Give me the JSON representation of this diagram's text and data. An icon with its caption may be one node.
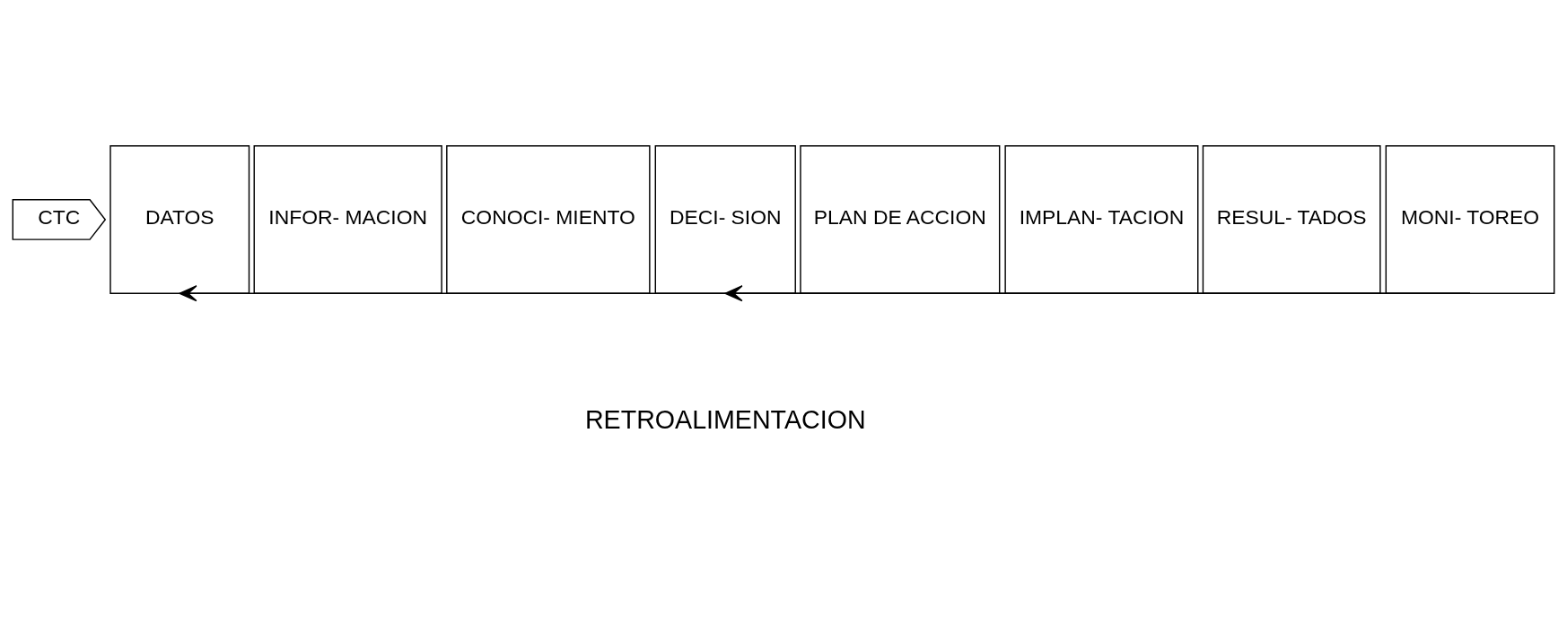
{
  "diagram": {
    "nodes": [
      {
        "text": [
          "CTC"
        ]
      },
      {
        "text": [
          "DATOS"
        ]
      },
      {
        "text": [
          "INFOR- MACION"
        ]
      },
      {
        "text": [
          "CONOCI- MIENTO"
        ]
      },
      {
        "text": [
          "DECI- SION"
        ]
      },
      {
        "text": [
          "PLAN DE ACCION"
        ]
      },
      {
        "text": [
          "IMPLAN- TACION"
        ]
      },
      {
        "text": [
          "RESUL- TADOS"
        ]
      },
      {
        "text": [
          "MONI- TOREO"
        ]
      }
    ],
    "edges": [
      {
        "from": 8,
        "to": 1,
        "arrow": "to"
      },
      {
        "from": 8,
        "to": 4,
        "arrow": "to"
      }
    ],
    "labels": [
      "RETROALIMENTACION"
    ]
  }
}
